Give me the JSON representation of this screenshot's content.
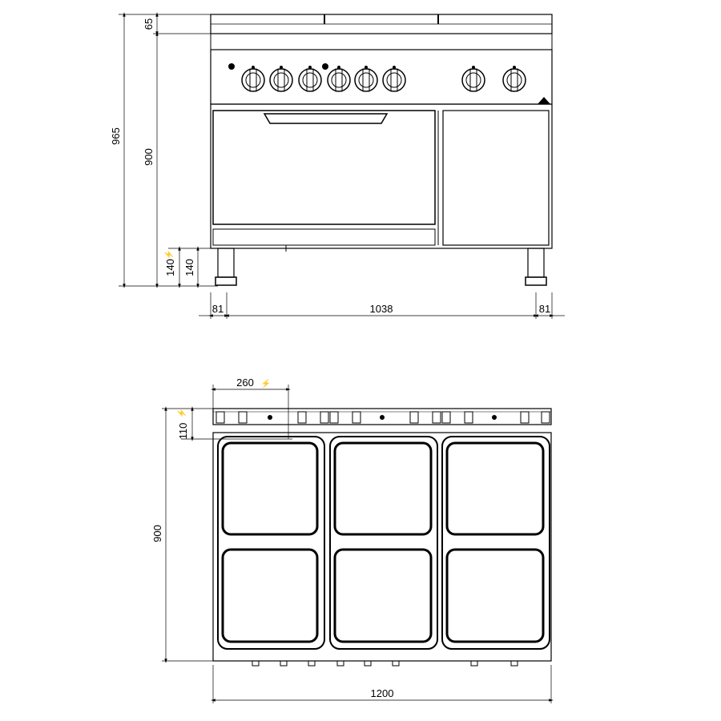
{
  "front_view": {
    "dimensions": {
      "total_height": "965",
      "top_height": "65",
      "body_height": "900",
      "leg_height_a": "140",
      "leg_height_b": "140",
      "left_offset": "81",
      "leg_span": "1038",
      "right_offset": "81"
    },
    "electric_symbol": "⚡"
  },
  "top_view": {
    "dimensions": {
      "connection_offset": "260",
      "connection_depth": "110",
      "depth": "900",
      "width": "1200"
    },
    "electric_symbol": "⚡"
  }
}
